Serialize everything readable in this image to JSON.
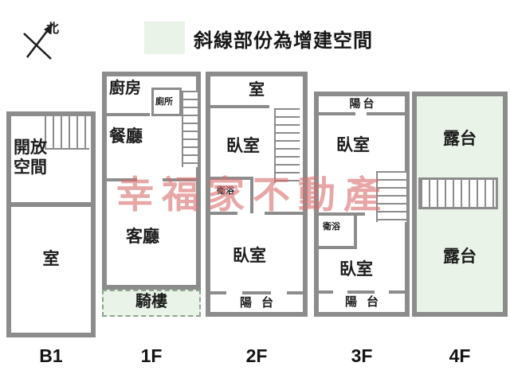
{
  "compass": {
    "label": "北"
  },
  "legend": {
    "text": "斜線部份為增建空間",
    "swatch_color": "#e9f3e8"
  },
  "watermark": {
    "text": "幸福家不動產",
    "color": "#d86e6e"
  },
  "colors": {
    "wall": "#8c8c8c",
    "added_space_fill": "#e9f3e8",
    "label_text": "#1c1c1c"
  },
  "floors": [
    {
      "label": "B1",
      "rooms": {
        "open_space": "開放空間",
        "room": "室"
      }
    },
    {
      "label": "1F",
      "rooms": {
        "kitchen": "廚房",
        "toilet": "廁所",
        "dining": "餐廳",
        "living": "客廳",
        "arcade": "騎樓"
      }
    },
    {
      "label": "2F",
      "rooms": {
        "room": "室",
        "bedroom_front": "臥室",
        "bath": "衛浴",
        "bedroom_rear": "臥室",
        "balcony": "陽台"
      }
    },
    {
      "label": "3F",
      "rooms": {
        "balcony_front": "陽台",
        "bedroom_front": "臥室",
        "bath": "衛浴",
        "bedroom_rear": "臥室",
        "balcony_rear": "陽台"
      }
    },
    {
      "label": "4F",
      "rooms": {
        "terrace_front": "露台",
        "terrace_rear": "露台"
      }
    }
  ]
}
